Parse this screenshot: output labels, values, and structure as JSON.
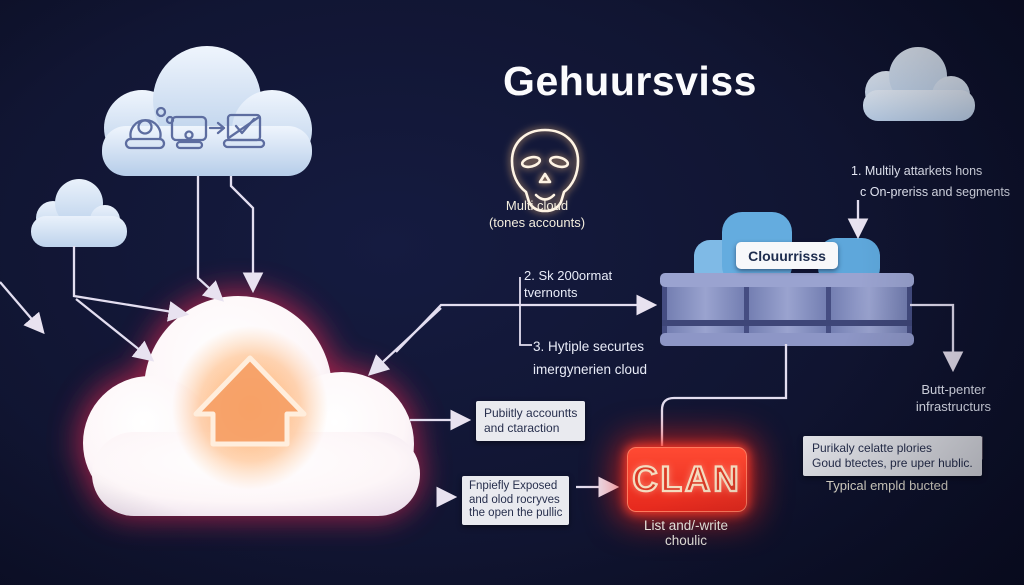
{
  "title": "Gehuursviss",
  "mask": {
    "icon": "mask-face-icon",
    "caption_line1": "Multi cloud",
    "caption_line2": "(tones accounts)"
  },
  "source_cloud_icons": [
    "webcam-icon",
    "monitor-icon",
    "arrow-right-icon",
    "laptop-check-icon"
  ],
  "notes": {
    "n1a": "1. Multily attarkets hons",
    "n1b": "c On-preriss and segments",
    "n2a": "2. Sk 200ormat",
    "n2b": "tvernonts",
    "n3a": "3. Hytiple securtes",
    "n3b": "imergynerien cloud"
  },
  "server": {
    "label": "Clouurrisss"
  },
  "datacenter_caption": {
    "line1": "Butt-penter",
    "line2": "infrastructurs"
  },
  "boxes": {
    "accounts_line1": "Pubiitly accountts",
    "accounts_line2": "and ctaraction",
    "exposed_line1": "Fnpiefly Exposed",
    "exposed_line2": "and olod rocryves",
    "exposed_line3": "the open the pullic",
    "policies_line1": "Purikaly celatte plories",
    "policies_line2": "Goud btectes, pre uper hublic.",
    "policies_caption": "Typical empld bucted"
  },
  "badge": {
    "label": "CLAN",
    "caption": "List and/-write choulic"
  },
  "colors": {
    "background": "#101430",
    "accent_red": "#ff3b2e",
    "glow_pink": "#ff2b55",
    "cloud_light": "#cfe0f4",
    "server_blue": "#64acdf",
    "platform_slate": "#8d96c6",
    "line": "#e3def0",
    "house_orange": "#f6a066"
  }
}
